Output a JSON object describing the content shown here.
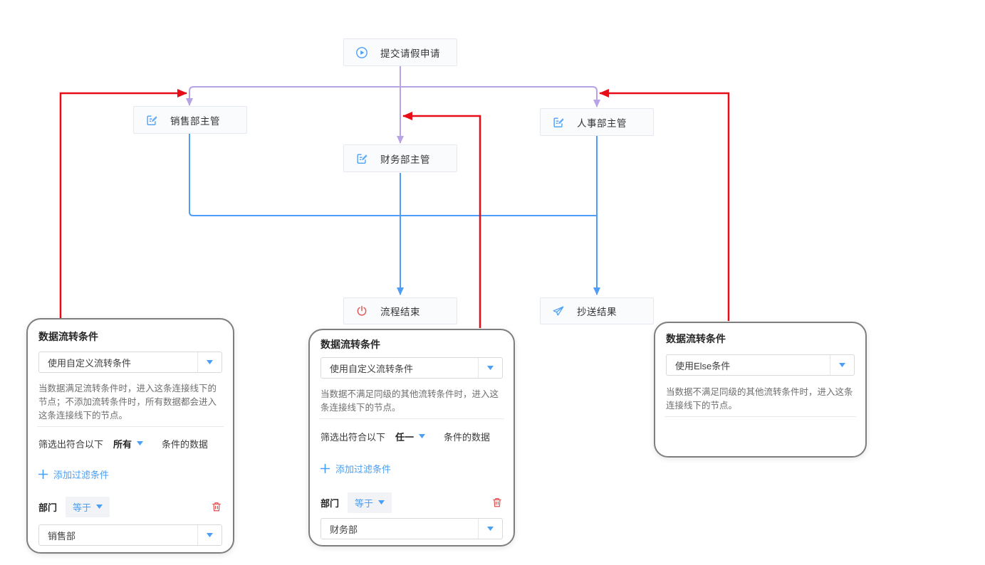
{
  "diagram": {
    "nodes": {
      "start": {
        "label": "提交请假申请",
        "icon": "play-circle-icon"
      },
      "sales": {
        "label": "销售部主管",
        "icon": "form-icon"
      },
      "finance": {
        "label": "财务部主管",
        "icon": "form-icon"
      },
      "hr": {
        "label": "人事部主管",
        "icon": "form-icon"
      },
      "end": {
        "label": "流程结束",
        "icon": "power-icon"
      },
      "cc": {
        "label": "抄送结果",
        "icon": "send-icon"
      }
    },
    "edges": [
      {
        "from": "start",
        "to": "sales",
        "color": "#b7a3e6"
      },
      {
        "from": "start",
        "to": "finance",
        "color": "#b7a3e6"
      },
      {
        "from": "start",
        "to": "hr",
        "color": "#b7a3e6"
      },
      {
        "from": "sales",
        "to": "end",
        "color": "#4f9df6"
      },
      {
        "from": "finance",
        "to": "end",
        "color": "#4f9df6"
      },
      {
        "from": "hr",
        "to": "cc",
        "color": "#4f9df6"
      },
      {
        "from": "panel-sales",
        "to": "edge-start-sales",
        "color": "#e60c18"
      },
      {
        "from": "panel-finance",
        "to": "edge-start-finance",
        "color": "#e60c18"
      },
      {
        "from": "panel-else",
        "to": "edge-start-hr",
        "color": "#e60c18"
      }
    ]
  },
  "panels": [
    {
      "title": "数据流转条件",
      "condition_type": "使用自定义流转条件",
      "description": "当数据满足流转条件时，进入这条连接线下的节点；不添加流转条件时，所有数据都会进入这条连接线下的节点。",
      "filter_prefix": "筛选出符合以下",
      "filter_mode": "所有",
      "filter_suffix": "条件的数据",
      "add_filter_label": "添加过滤条件",
      "field_label": "部门",
      "operator": "等于",
      "field_value": "销售部"
    },
    {
      "title": "数据流转条件",
      "condition_type": "使用自定义流转条件",
      "description": "当数据不满足同级的其他流转条件时，进入这条连接线下的节点。",
      "filter_prefix": "筛选出符合以下",
      "filter_mode": "任一",
      "filter_suffix": "条件的数据",
      "add_filter_label": "添加过滤条件",
      "field_label": "部门",
      "operator": "等于",
      "field_value": "财务部"
    },
    {
      "title": "数据流转条件",
      "condition_type": "使用Else条件",
      "description": "当数据不满足同级的其他流转条件时，进入这条连接线下的节点。"
    }
  ],
  "colors": {
    "accent_blue": "#4a9ff5",
    "edge_purple": "#b7a3e6",
    "edge_blue": "#4f9df6",
    "edge_red": "#e60c18",
    "power_red": "#e05c5c",
    "trash_red": "#e2504f"
  }
}
